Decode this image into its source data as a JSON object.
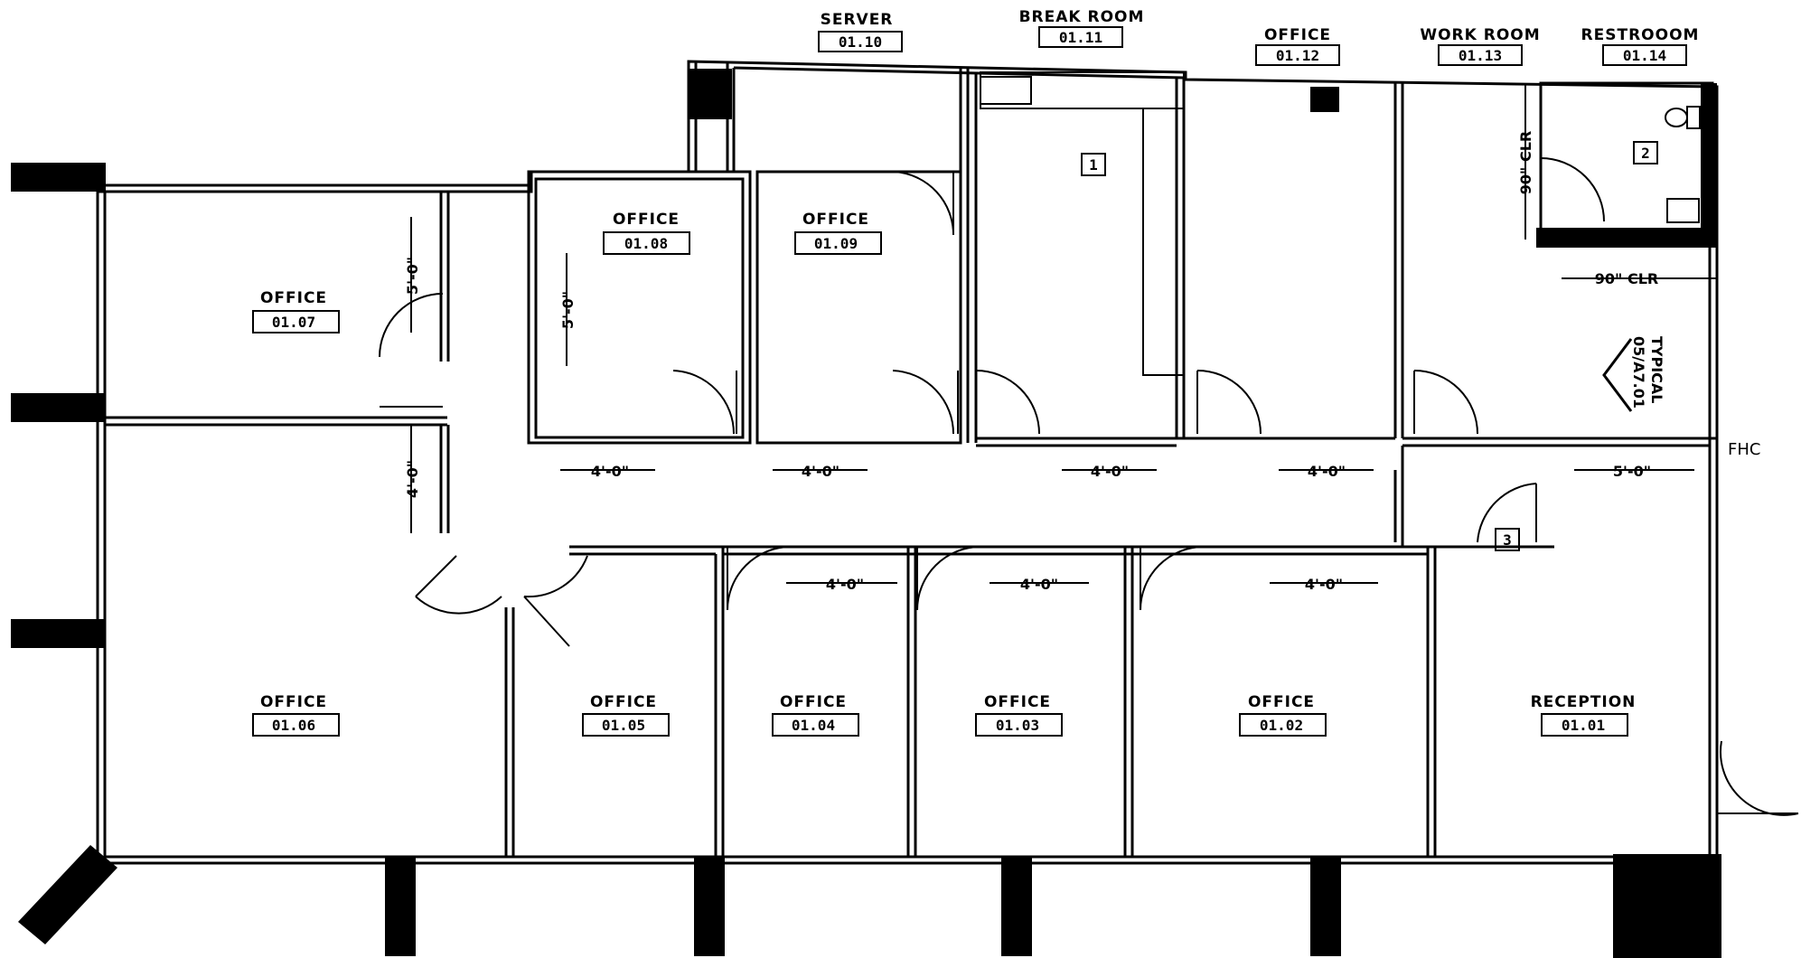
{
  "rooms": {
    "r110": {
      "name": "SERVER",
      "number": "01.10"
    },
    "r111": {
      "name": "BREAK ROOM",
      "number": "01.11"
    },
    "r112": {
      "name": "OFFICE",
      "number": "01.12"
    },
    "r113": {
      "name": "WORK ROOM",
      "number": "01.13"
    },
    "r114": {
      "name": "RESTROOOM",
      "number": "01.14"
    },
    "r108": {
      "name": "OFFICE",
      "number": "01.08"
    },
    "r109": {
      "name": "OFFICE",
      "number": "01.09"
    },
    "r107": {
      "name": "OFFICE",
      "number": "01.07"
    },
    "r106": {
      "name": "OFFICE",
      "number": "01.06"
    },
    "r105": {
      "name": "OFFICE",
      "number": "01.05"
    },
    "r104": {
      "name": "OFFICE",
      "number": "01.04"
    },
    "r103": {
      "name": "OFFICE",
      "number": "01.03"
    },
    "r102": {
      "name": "OFFICE",
      "number": "01.02"
    },
    "r101": {
      "name": "RECEPTION",
      "number": "01.01"
    }
  },
  "keynotes": {
    "k1": "1",
    "k2": "2",
    "k3": "3"
  },
  "dimensions": {
    "five_ft": "5'-0\"",
    "four_ft": "4'-0\"",
    "clr_90": "90\" CLR"
  },
  "notes": {
    "fhc": "FHC",
    "section_ref": "05/A7.01",
    "typical": "TYPICAL"
  }
}
